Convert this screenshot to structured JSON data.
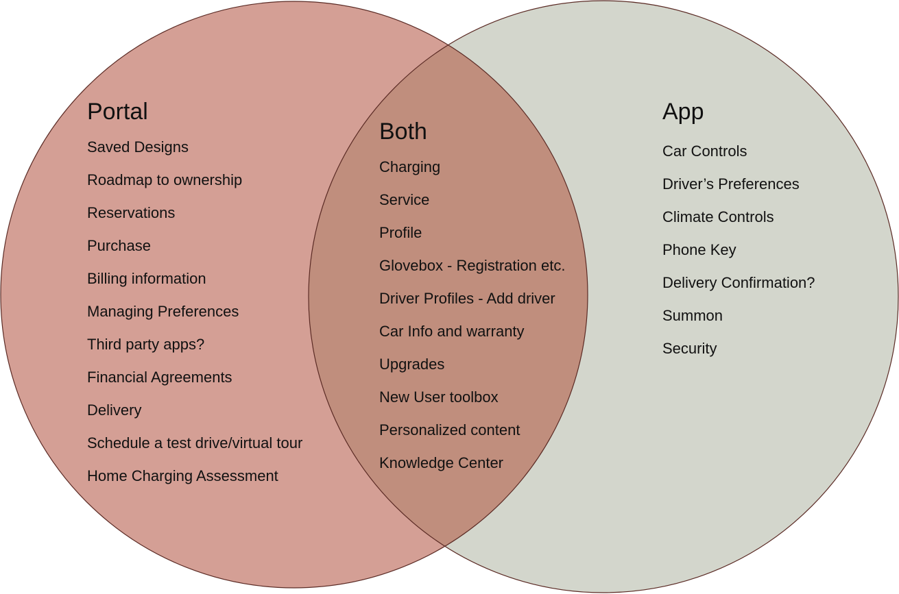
{
  "colors": {
    "portal_fill": "#d49f95",
    "app_fill": "#d3d6cc",
    "overlap_fill": "#c08e7d",
    "stroke": "#5a2a24"
  },
  "portal": {
    "title": "Portal",
    "items": [
      "Saved Designs",
      "Roadmap to ownership",
      "Reservations",
      "Purchase",
      "Billing information",
      "Managing Preferences",
      "Third party apps?",
      "Financial Agreements",
      "Delivery",
      "Schedule a test drive/virtual tour",
      "Home Charging Assessment"
    ]
  },
  "both": {
    "title": "Both",
    "items": [
      "Charging",
      "Service",
      "Profile",
      "Glovebox - Registration etc.",
      "Driver Profiles - Add driver",
      "Car Info and warranty",
      "Upgrades",
      "New User toolbox",
      "Personalized content",
      "Knowledge Center"
    ]
  },
  "app": {
    "title": "App",
    "items": [
      "Car Controls",
      "Driver’s Preferences",
      "Climate Controls",
      "Phone Key",
      "Delivery Confirmation?",
      "Summon",
      "Security"
    ]
  }
}
